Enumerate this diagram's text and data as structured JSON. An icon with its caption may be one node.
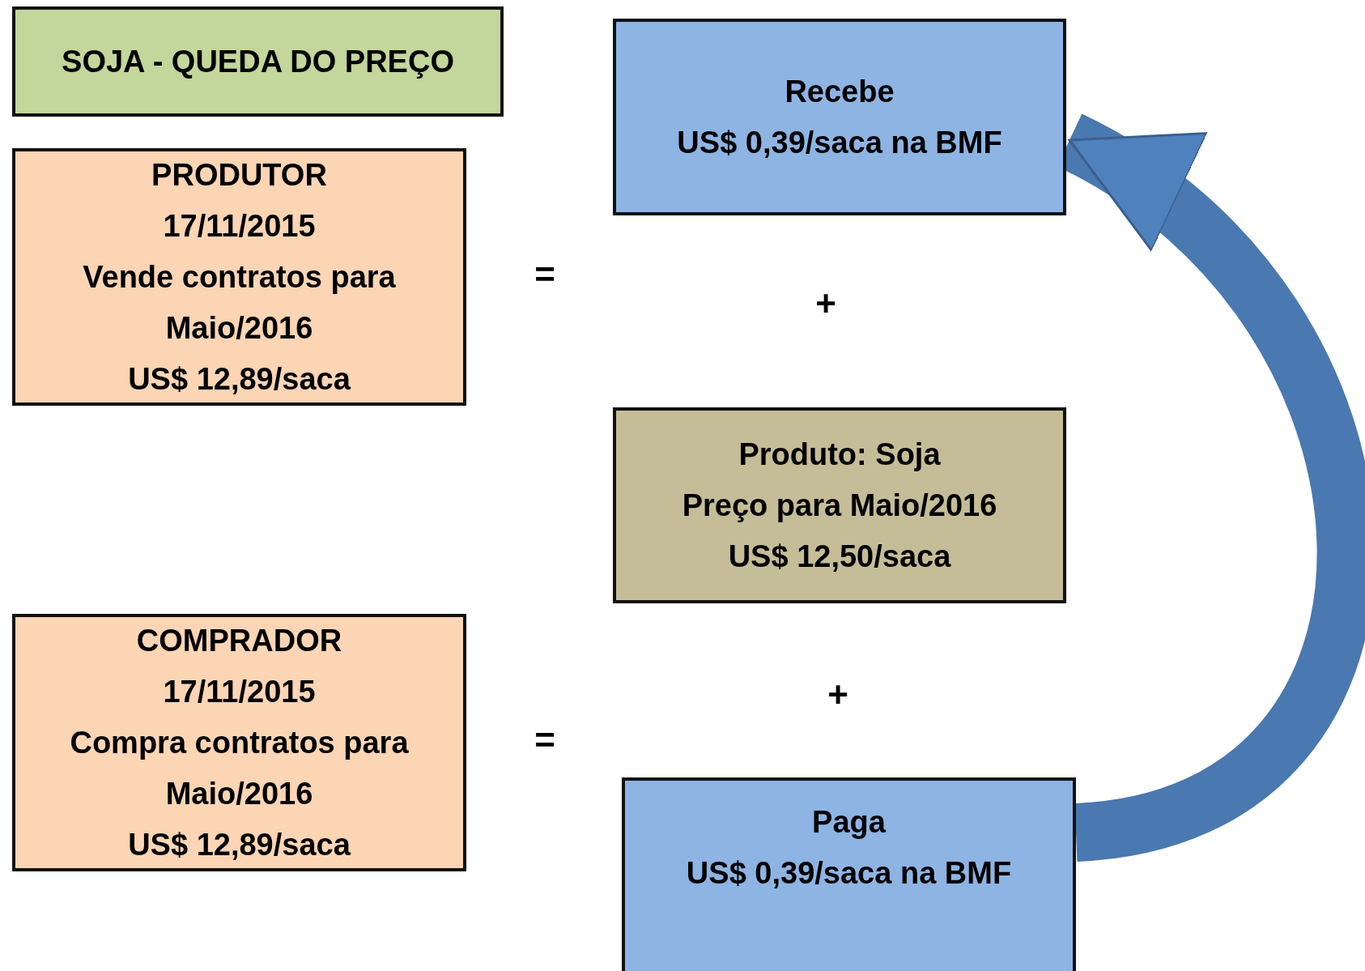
{
  "diagram": {
    "nodes": [
      {
        "text": [
          "SOJA - QUEDA DO PREÇO"
        ]
      },
      {
        "text": [
          "Recebe",
          "US$ 0,39/saca na BMF"
        ]
      },
      {
        "text": [
          "PRODUTOR",
          "17/11/2015",
          "Vende contratos para Maio/2016",
          "US$ 12,89/saca"
        ]
      },
      {
        "text": [
          "Produto: Soja",
          "Preço para Maio/2016",
          "US$ 12,50/saca"
        ]
      },
      {
        "text": [
          "COMPRADOR",
          "17/11/2015",
          "Compra contratos para Maio/2016",
          "US$ 12,89/saca"
        ]
      },
      {
        "text": [
          "Paga",
          "US$ 0,39/saca na BMF"
        ]
      }
    ],
    "edges": [
      {
        "from": 5,
        "to": 1,
        "arrow": "to"
      }
    ],
    "labels": [
      "=",
      "+",
      "+",
      "="
    ]
  }
}
